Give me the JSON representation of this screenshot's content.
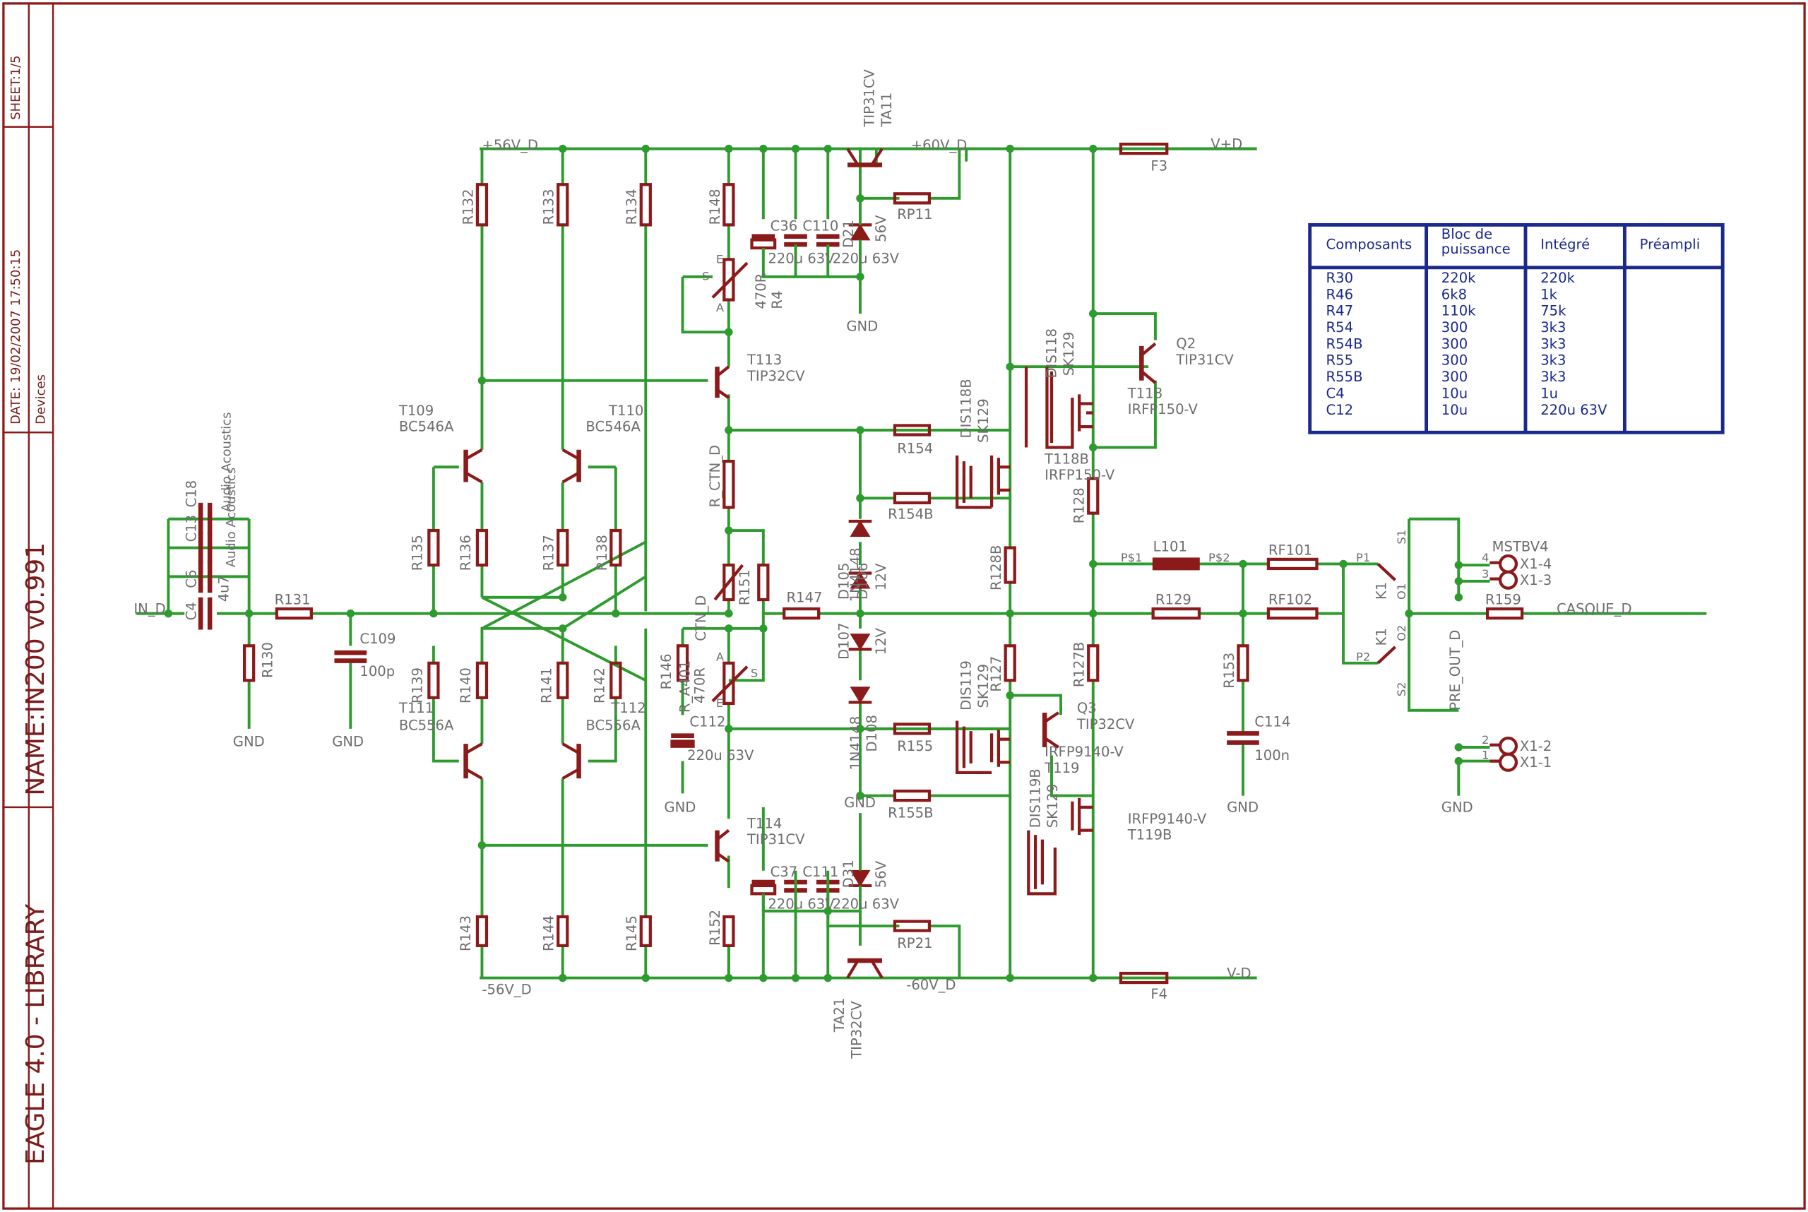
{
  "frame": {
    "sheet": "SHEET:1/5",
    "date": "DATE: 19/02/2007 17:50:15",
    "devices": "Devices",
    "name": "NAME:IN200 v0.991",
    "eagle": "EAGLE 4.0 - LIBRARY"
  },
  "rails": {
    "p56": "+56V_D",
    "n56": "-56V_D",
    "p60": "+60V_D",
    "n60": "-60V_D",
    "vplus": "V+D",
    "vminus": "V-D",
    "in": "IN_D",
    "casque": "CASQUE_D",
    "ctn": "CTN_D",
    "rctn": "R_CTN_D",
    "gnd": "GND",
    "ps1": "P$1",
    "ps2": "P$2"
  },
  "parts": {
    "r131": "R131",
    "r130": "R130",
    "c109": "C109",
    "c109v": "100p",
    "c4": "C4",
    "c6": "C6",
    "c18": "C18",
    "c13": "C13",
    "c4v": "4u7",
    "c18v": "Audio Acoustics",
    "c13v": "Audio Acoustics",
    "r132": "R132",
    "r133": "R133",
    "r134": "R134",
    "r135": "R135",
    "r136": "R136",
    "r137": "R137",
    "r138": "R138",
    "r139": "R139",
    "r140": "R140",
    "r141": "R141",
    "r142": "R142",
    "r143": "R143",
    "r144": "R144",
    "r145": "R145",
    "t109": "T109",
    "t109v": "BC546A",
    "t110": "T110",
    "t110v": "BC546A",
    "t111": "T111",
    "t111v": "BC556A",
    "t112": "T112",
    "t112v": "BC556A",
    "r148": "R148",
    "r4": "R4",
    "r4v": "470R",
    "c36": "C36",
    "c36v": "220u 63V",
    "c110": "C110",
    "c110v": "220u 63V",
    "d21": "D21",
    "d21v": "56V",
    "ta11": "TA11",
    "ta11v": "TIP31CV",
    "rp11": "RP11",
    "t113": "T113",
    "t113v": "TIP32CV",
    "t114": "T114",
    "t114v": "TIP31CV",
    "r151": "R151",
    "r147": "R147",
    "r146": "R146",
    "r146b": "R_A401",
    "r146v": "470R",
    "c112": "C112",
    "c112v": "220u 63V",
    "r152": "R152",
    "c37": "C37",
    "c37v": "220u 63V",
    "c111": "C111",
    "c111v": "220u 63V",
    "d31": "D31",
    "d31v": "56V",
    "ta21": "TA21",
    "ta21v": "TIP32CV",
    "rp21": "RP21",
    "d105": "D105",
    "d105v": "1N4148",
    "d106": "D106",
    "d106v": "12V",
    "d107": "D107",
    "d107v": "12V",
    "d108": "D108",
    "d108v": "1N4148",
    "r154": "R154",
    "r154b": "R154B",
    "r155": "R155",
    "r155b": "R155B",
    "dis118b": "DIS118B",
    "dis118bv": "SK129",
    "dis118": "DIS118",
    "dis118v": "SK129",
    "dis119": "DIS119",
    "dis119v": "SK129",
    "dis119b": "DIS119B",
    "dis119bv": "SK129",
    "t118": "T118",
    "t118v": "IRFP150-V",
    "t118b": "T118B",
    "t118bv": "IRFP150-V",
    "t119": "T119",
    "t119v": "IRFP9140-V",
    "t119b": "T119B",
    "t119bv": "IRFP9140-V",
    "q2": "Q2",
    "q2v": "TIP31CV",
    "q3": "Q3",
    "q3v": "TIP32CV",
    "r128": "R128",
    "r128b": "R128B",
    "r127": "R127",
    "r127b": "R127B",
    "f3": "F3",
    "f4": "F4",
    "l101": "L101",
    "rf101": "RF101",
    "rf102": "RF102",
    "r129": "R129",
    "r153": "R153",
    "c114": "C114",
    "c114v": "100n",
    "k1a": "K1",
    "k1b": "K1",
    "p1": "P1",
    "p2": "P2",
    "s1": "S1",
    "s2": "S2",
    "o1": "O1",
    "o2": "O2",
    "r159": "R159",
    "preout": "PRE_OUT_D",
    "mstb": "MSTBV4",
    "x14": "X1-4",
    "x13": "X1-3",
    "x12": "X1-2",
    "x11": "X1-1",
    "pin4": "4",
    "pin3": "3",
    "pin2": "2",
    "pin1": "1",
    "s_top": "S",
    "e_top": "E",
    "a_top": "A",
    "s_bot": "S",
    "e_bot": "E",
    "a_bot": "A"
  },
  "table": {
    "headers": [
      "Composants",
      "Bloc de puissance",
      "Intégré",
      "Préampli"
    ],
    "rows": [
      [
        "R30",
        "220k",
        "220k",
        ""
      ],
      [
        "R46",
        "6k8",
        "1k",
        ""
      ],
      [
        "R47",
        "110k",
        "75k",
        ""
      ],
      [
        "R54",
        "300",
        "3k3",
        ""
      ],
      [
        "R54B",
        "300",
        "3k3",
        ""
      ],
      [
        "R55",
        "300",
        "3k3",
        ""
      ],
      [
        "R55B",
        "300",
        "3k3",
        ""
      ],
      [
        "C4",
        "10u",
        "1u",
        ""
      ],
      [
        "C12",
        "10u",
        "220u 63V",
        ""
      ]
    ]
  }
}
